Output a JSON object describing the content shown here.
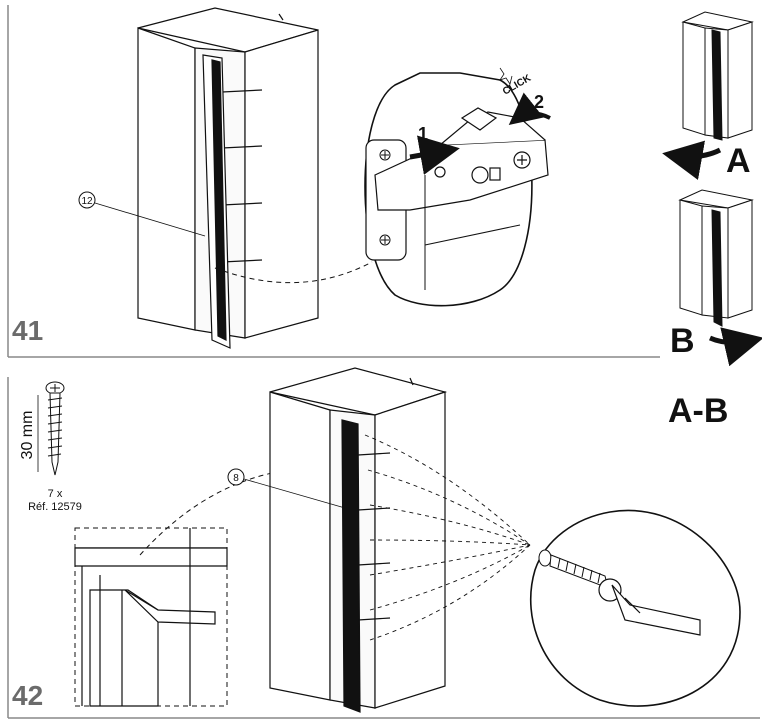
{
  "steps": [
    {
      "number": "41",
      "part_callout": "12",
      "hinge_arrow_1": "1",
      "hinge_arrow_2": "2",
      "click_text": "CLICK",
      "option_a": "A",
      "option_b": "B"
    },
    {
      "number": "42",
      "part_callout": "8",
      "option_label": "A-B",
      "screw_length": "30 mm",
      "screw_quantity": "7 x",
      "screw_ref": "Réf. 12579"
    }
  ],
  "colors": {
    "line": "#111111",
    "step_number": "#6b6b6b",
    "divider": "#888888"
  },
  "icons": [
    "screw-icon",
    "screwdriver-icon",
    "hinge-icon",
    "arrow-left-icon",
    "arrow-right-icon"
  ]
}
